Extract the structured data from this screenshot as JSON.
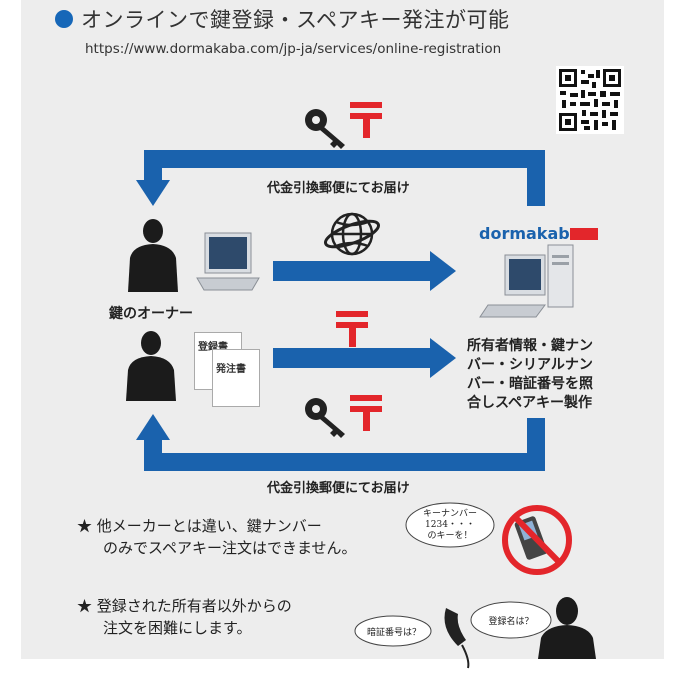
{
  "header": {
    "title": "オンラインで鍵登録・スペアキー発注が可能",
    "url": "https://www.dormakaba.com/jp-ja/services/online-registration"
  },
  "flow": {
    "top_route_label": "代金引換郵便にてお届け",
    "bottom_route_label": "代金引換郵便にてお届け",
    "owner_label": "鍵のオーナー",
    "doc_registration": "登録書",
    "doc_order": "発注書",
    "brand": "dormakaba",
    "process_lines": [
      "所有者情報・鍵ナン",
      "バー・シリアルナン",
      "バー・暗証番号を照",
      "合しスペアキー製作"
    ]
  },
  "notes": {
    "note1_line1": "★ 他メーカーとは違い、鍵ナンバー",
    "note1_line2": "のみでスペアキー注文はできません。",
    "note2_line1": "★ 登録された所有者以外からの",
    "note2_line2": "注文を困難にします。"
  },
  "bubbles": {
    "phone_bubble_line1": "キーナンバー",
    "phone_bubble_line2": "1234・・・",
    "phone_bubble_line3": "のキーを！",
    "pin_bubble": "暗証番号は？",
    "name_bubble": "登録名は？"
  },
  "colors": {
    "arrow_blue": "#1a62ad",
    "postal_red": "#e3262b",
    "title_dot": "#1667b8"
  }
}
